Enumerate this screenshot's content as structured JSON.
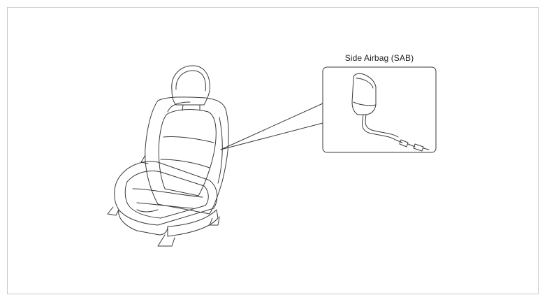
{
  "diagram": {
    "callout_label": "Side Airbag (SAB)"
  },
  "colors": {
    "line": "#3a3a3a",
    "frame_border": "#c8c8c8",
    "background": "#ffffff"
  },
  "icons": {
    "seat": "car-seat-illustration",
    "airbag": "side-airbag-module-illustration"
  }
}
